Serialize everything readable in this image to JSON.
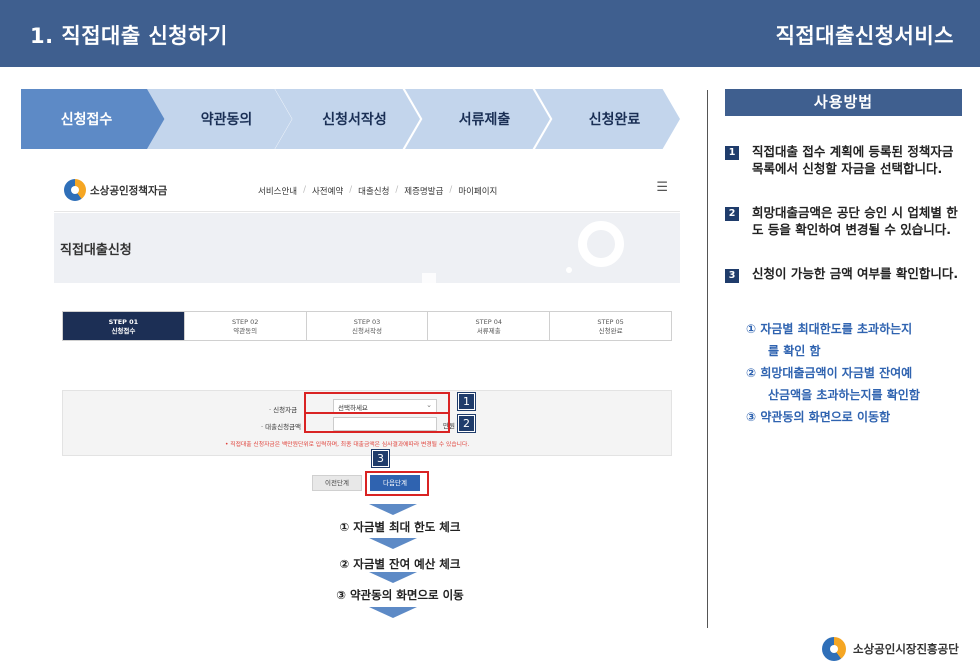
{
  "header": {
    "title": "1. 직접대출 신청하기",
    "service": "직접대출신청서비스"
  },
  "steps": [
    "신청접수",
    "약관동의",
    "신청서작성",
    "서류제출",
    "신청완료"
  ],
  "site": {
    "logo": "소상공인정책자금",
    "nav": [
      "서비스안내",
      "사전예약",
      "대출신청",
      "제증명발급",
      "마이페이지"
    ],
    "page_title": "직접대출신청",
    "step_tabs": [
      {
        "step": "STEP 01",
        "label": "신청접수"
      },
      {
        "step": "STEP 02",
        "label": "약관동의"
      },
      {
        "step": "STEP 03",
        "label": "신청서작성"
      },
      {
        "step": "STEP 04",
        "label": "서류제출"
      },
      {
        "step": "STEP 05",
        "label": "신청완료"
      }
    ],
    "form": {
      "fund_label": "· 신청자금",
      "fund_value": "선택하세요",
      "amount_label": "· 대출신청금액",
      "amount_value": "",
      "unit": "만원",
      "note": "• 직접대출 신청자금은 백만원단위로 입력하며, 최종 대출금액은 심사결과에따라 변경될 수 있습니다."
    },
    "prev_button": "이전단계",
    "next_button": "다음단계",
    "callouts": [
      "1",
      "2",
      "3"
    ]
  },
  "flow": [
    "① 자금별 최대 한도 체크",
    "② 자금별 잔여 예산 체크",
    "③ 약관동의 화면으로 이동"
  ],
  "usage": {
    "title": "사용방법",
    "items": [
      {
        "num": "1",
        "text": "직접대출 접수 계획에 등록된 정책자금 목록에서 신청할 자금을 선택합니다."
      },
      {
        "num": "2",
        "text": "희망대출금액은 공단 승인 시 업체별 한도 등을 확인하여 변경될 수 있습니다."
      },
      {
        "num": "3",
        "text": "신청이 가능한 금액 여부를 확인합니다."
      }
    ],
    "sub_items": [
      {
        "lead": "① 자금별 최대한도를 초과하는지",
        "cont": "를 확인 함"
      },
      {
        "lead": "② 희망대출금액이 자금별 잔여예",
        "cont": "산금액을 초과하는지를 확인함"
      },
      {
        "lead": "③ 약관동의 화면으로 이동함",
        "cont": ""
      }
    ]
  },
  "footer": {
    "org": "소상공인시장진흥공단"
  }
}
